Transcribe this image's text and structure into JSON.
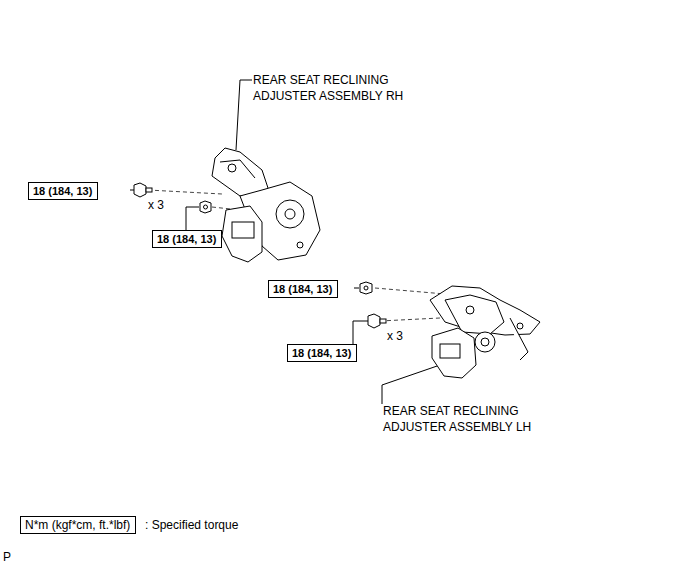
{
  "diagram": {
    "nodes": [
      {
        "text": [
          "18 (184, 13)"
        ]
      },
      {
        "text": [
          "18 (184, 13)"
        ]
      },
      {
        "text": [
          "18 (184, 13)"
        ]
      },
      {
        "text": [
          "18 (184, 13)"
        ]
      },
      {
        "text": [
          "N*m (kgf*cm, ft.*lbf)"
        ]
      }
    ],
    "labels": [
      "REAR SEAT RECLINING ADJUSTER ASSEMBLY RH",
      "x 3",
      "x 3",
      "REAR SEAT RECLINING ADJUSTER ASSEMBLY LH",
      ": Specified torque",
      "P"
    ]
  }
}
